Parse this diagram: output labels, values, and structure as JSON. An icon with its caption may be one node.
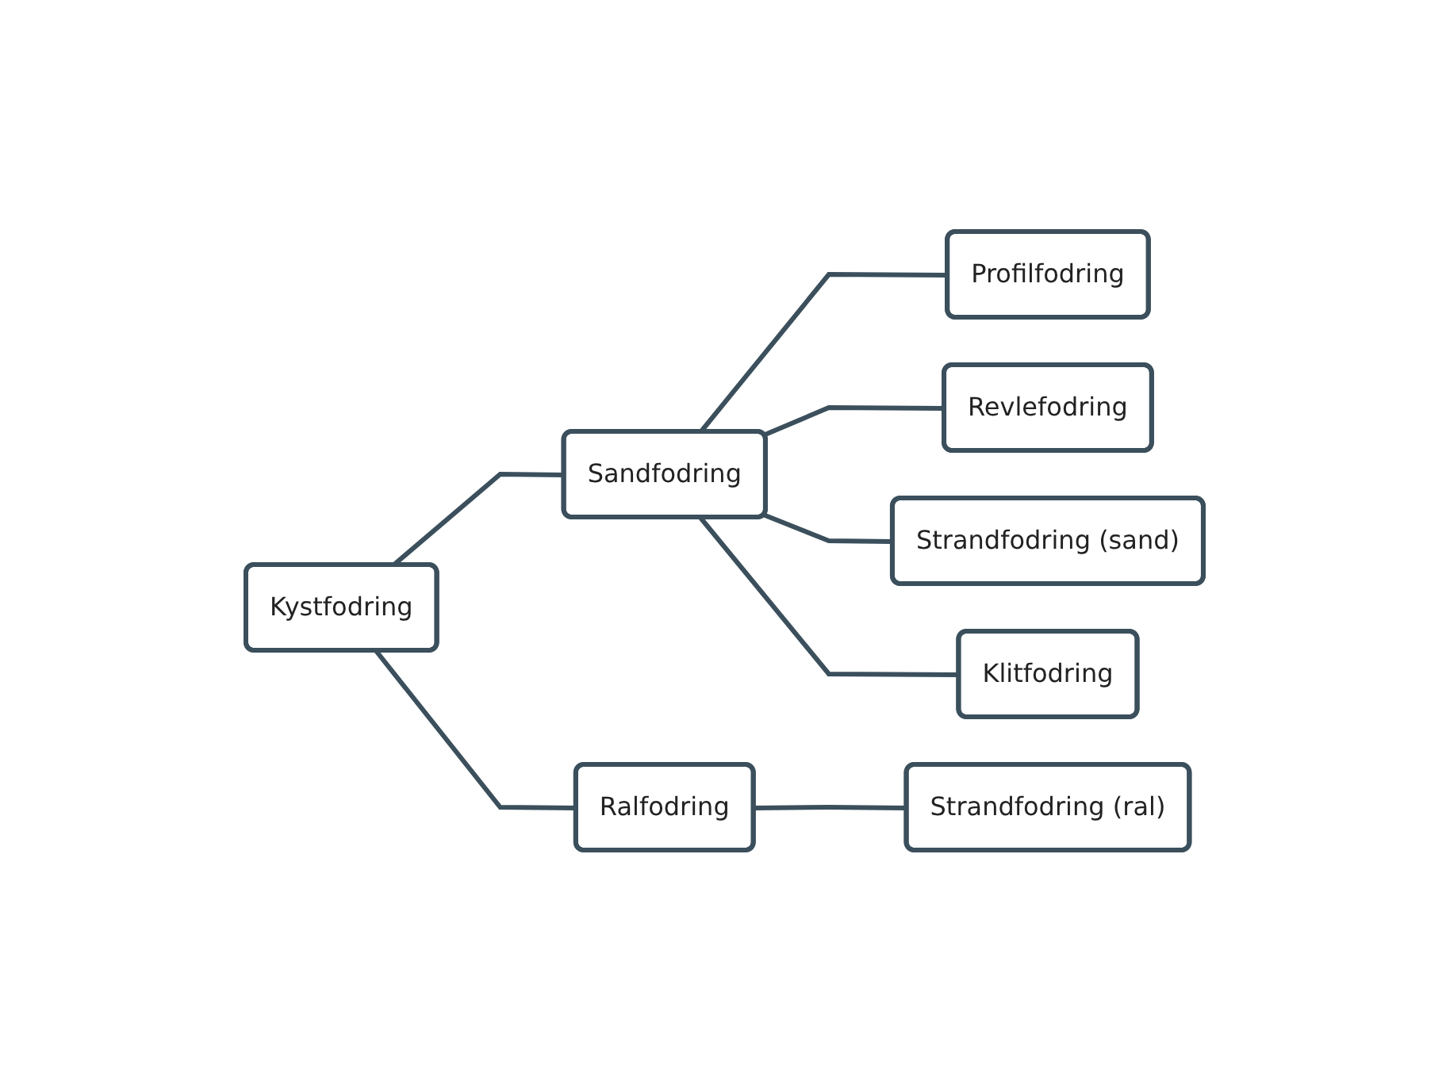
{
  "diagram": {
    "nodes": [
      {
        "text": [
          "Kystfodring"
        ]
      },
      {
        "text": [
          "Sandfodring"
        ]
      },
      {
        "text": [
          "Ralfodring"
        ]
      },
      {
        "text": [
          "Profilfodring"
        ]
      },
      {
        "text": [
          "Revlefodring"
        ]
      },
      {
        "text": [
          "Strandfodring (sand)"
        ]
      },
      {
        "text": [
          "Klitfodring"
        ]
      },
      {
        "text": [
          "Strandfodring (ral)"
        ]
      }
    ],
    "edges": [
      {
        "from": 0,
        "to": 1,
        "arrow": "none"
      },
      {
        "from": 0,
        "to": 2,
        "arrow": "none"
      },
      {
        "from": 1,
        "to": 3,
        "arrow": "none"
      },
      {
        "from": 1,
        "to": 4,
        "arrow": "none"
      },
      {
        "from": 1,
        "to": 5,
        "arrow": "none"
      },
      {
        "from": 1,
        "to": 6,
        "arrow": "none"
      },
      {
        "from": 2,
        "to": 7,
        "arrow": "none"
      }
    ]
  }
}
